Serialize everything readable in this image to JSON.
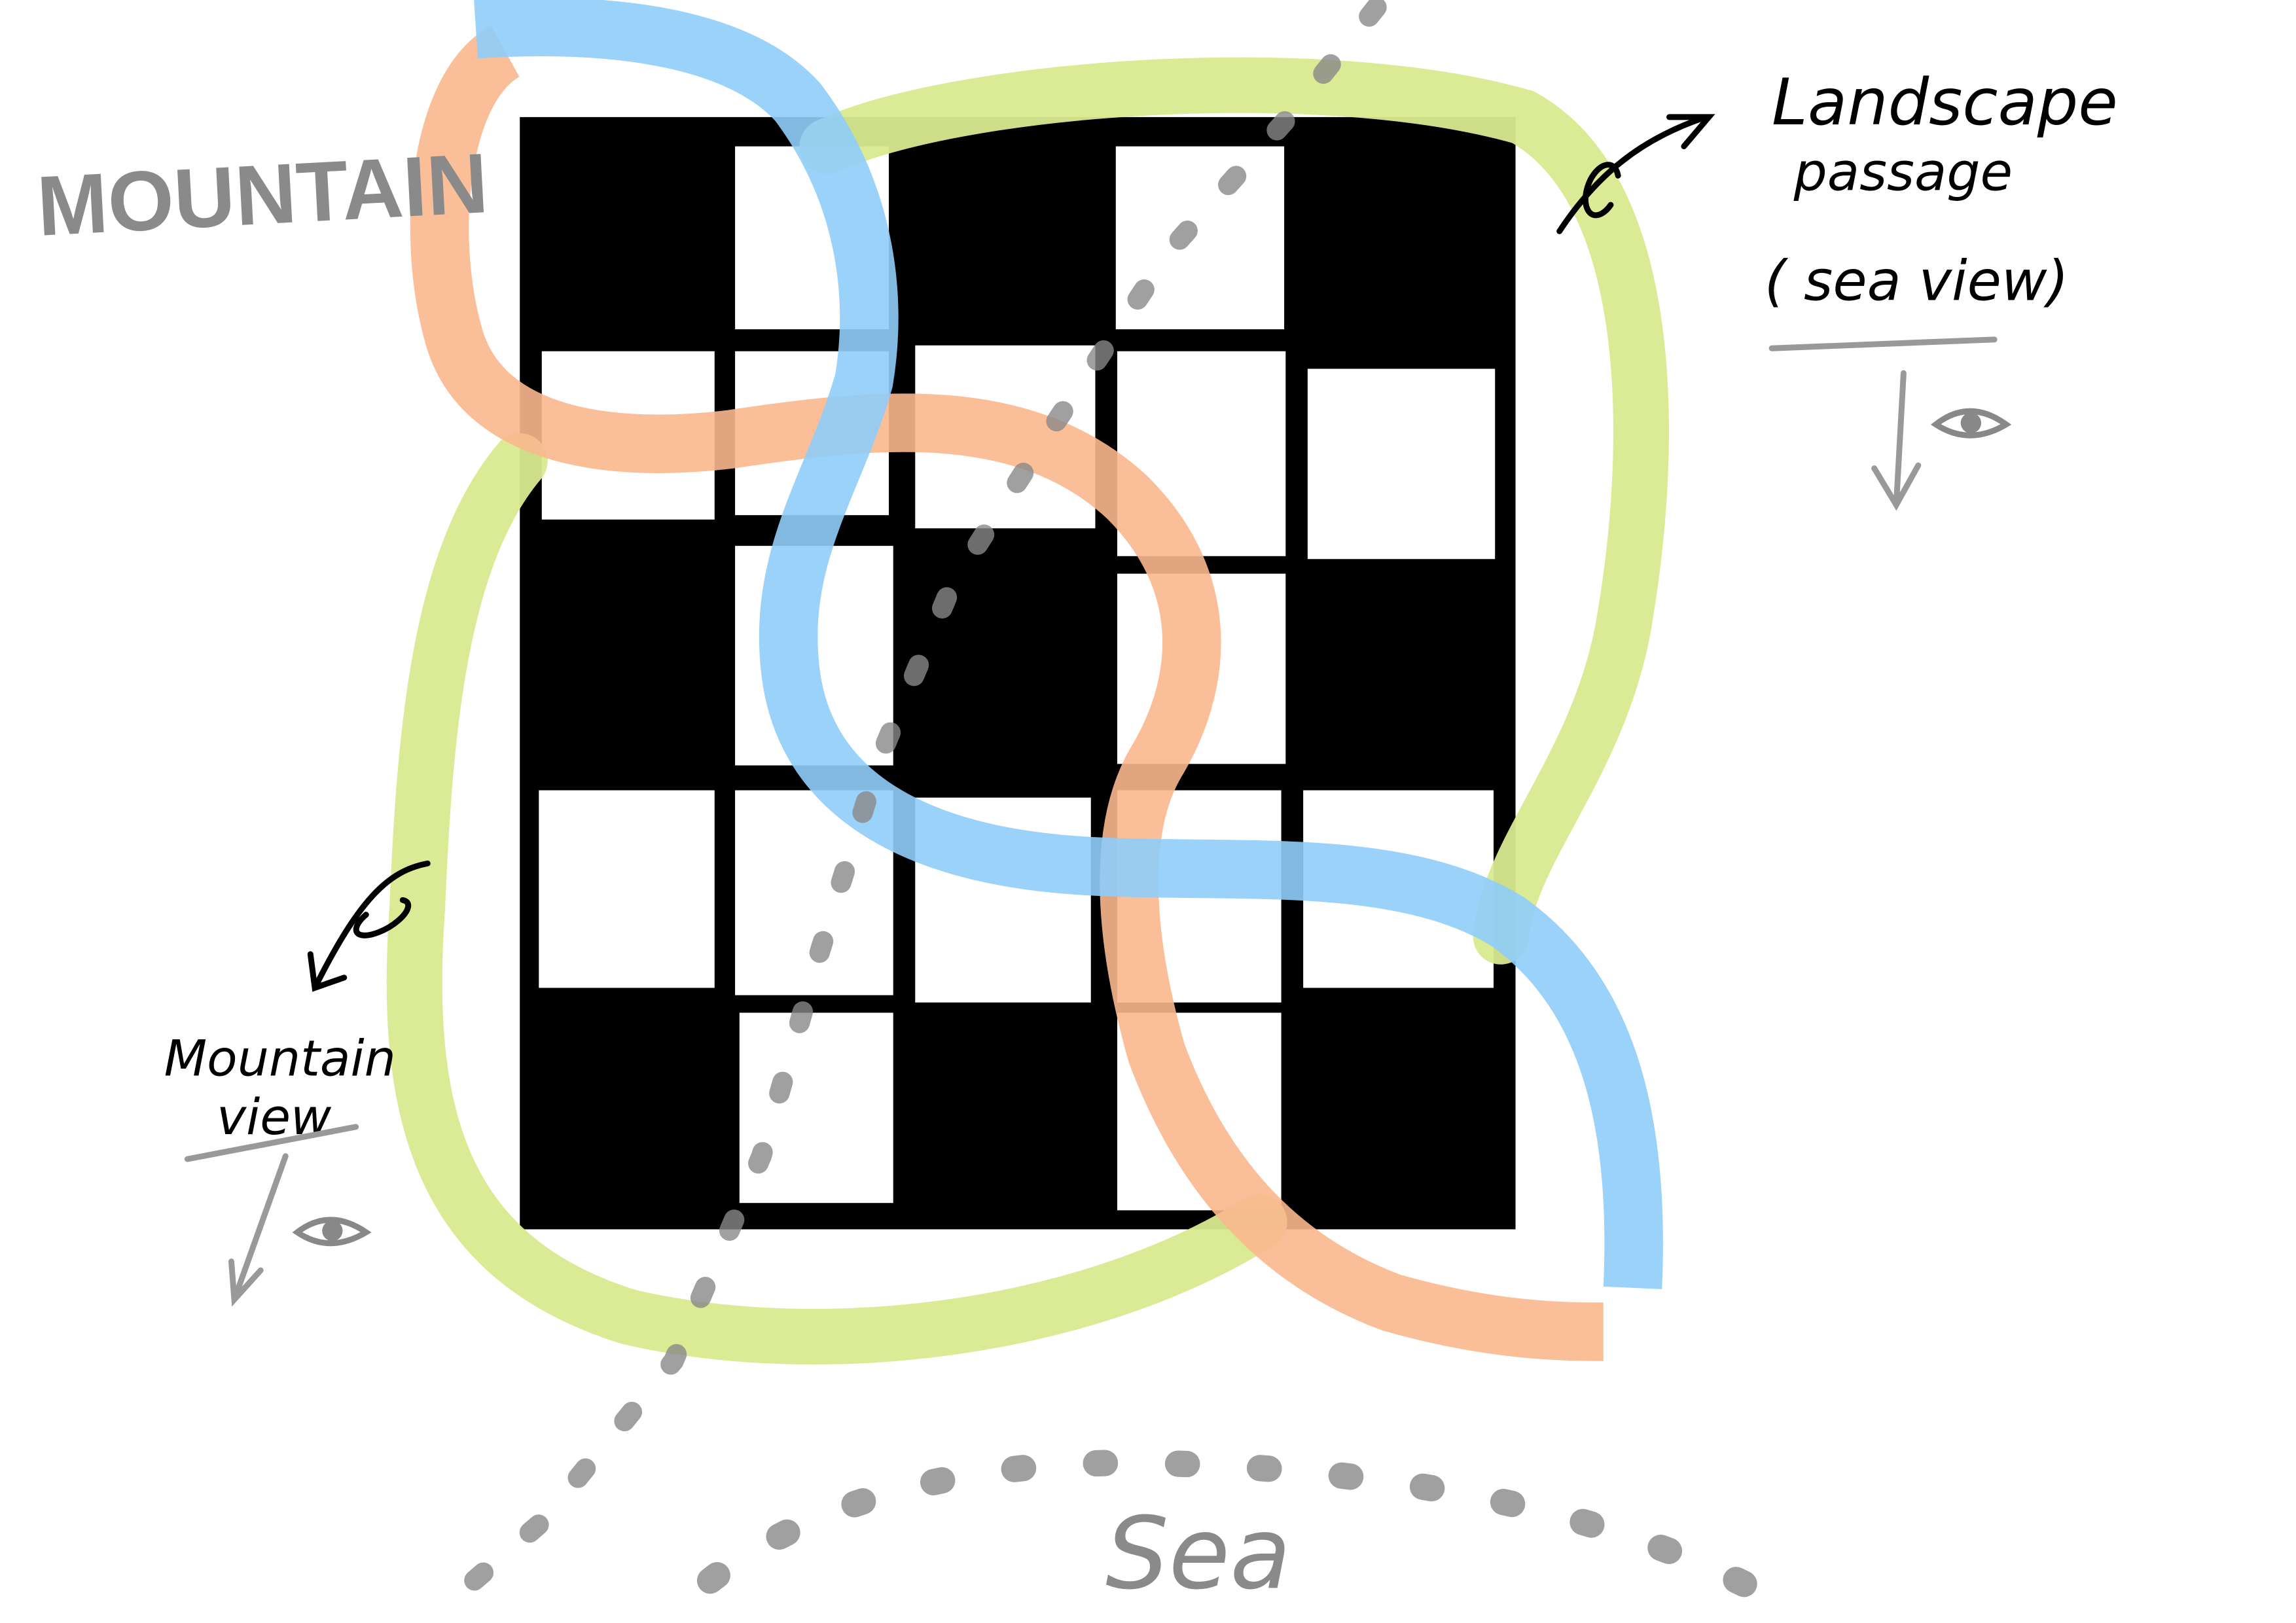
{
  "labels": {
    "mountain": "MOUNTAIN",
    "sea": "Sea",
    "landscape_line1": "Landscape",
    "landscape_line2": "passage",
    "landscape_line3": "( sea view)",
    "mountain_view_line1": "Mountain",
    "mountain_view_line2": "view"
  },
  "colors": {
    "background": "#ffffff",
    "grid_black": "#000000",
    "blue_path": "#8fcdfa",
    "orange_path": "#f9b88e",
    "green_path": "#d9ea8f",
    "gray_annotation": "#8a8a8a",
    "ink": "#000000"
  },
  "icons": [
    "eye-icon",
    "eye-icon",
    "arrow-curved-icon",
    "arrow-curved-icon",
    "arrow-down-icon",
    "arrow-down-icon"
  ]
}
